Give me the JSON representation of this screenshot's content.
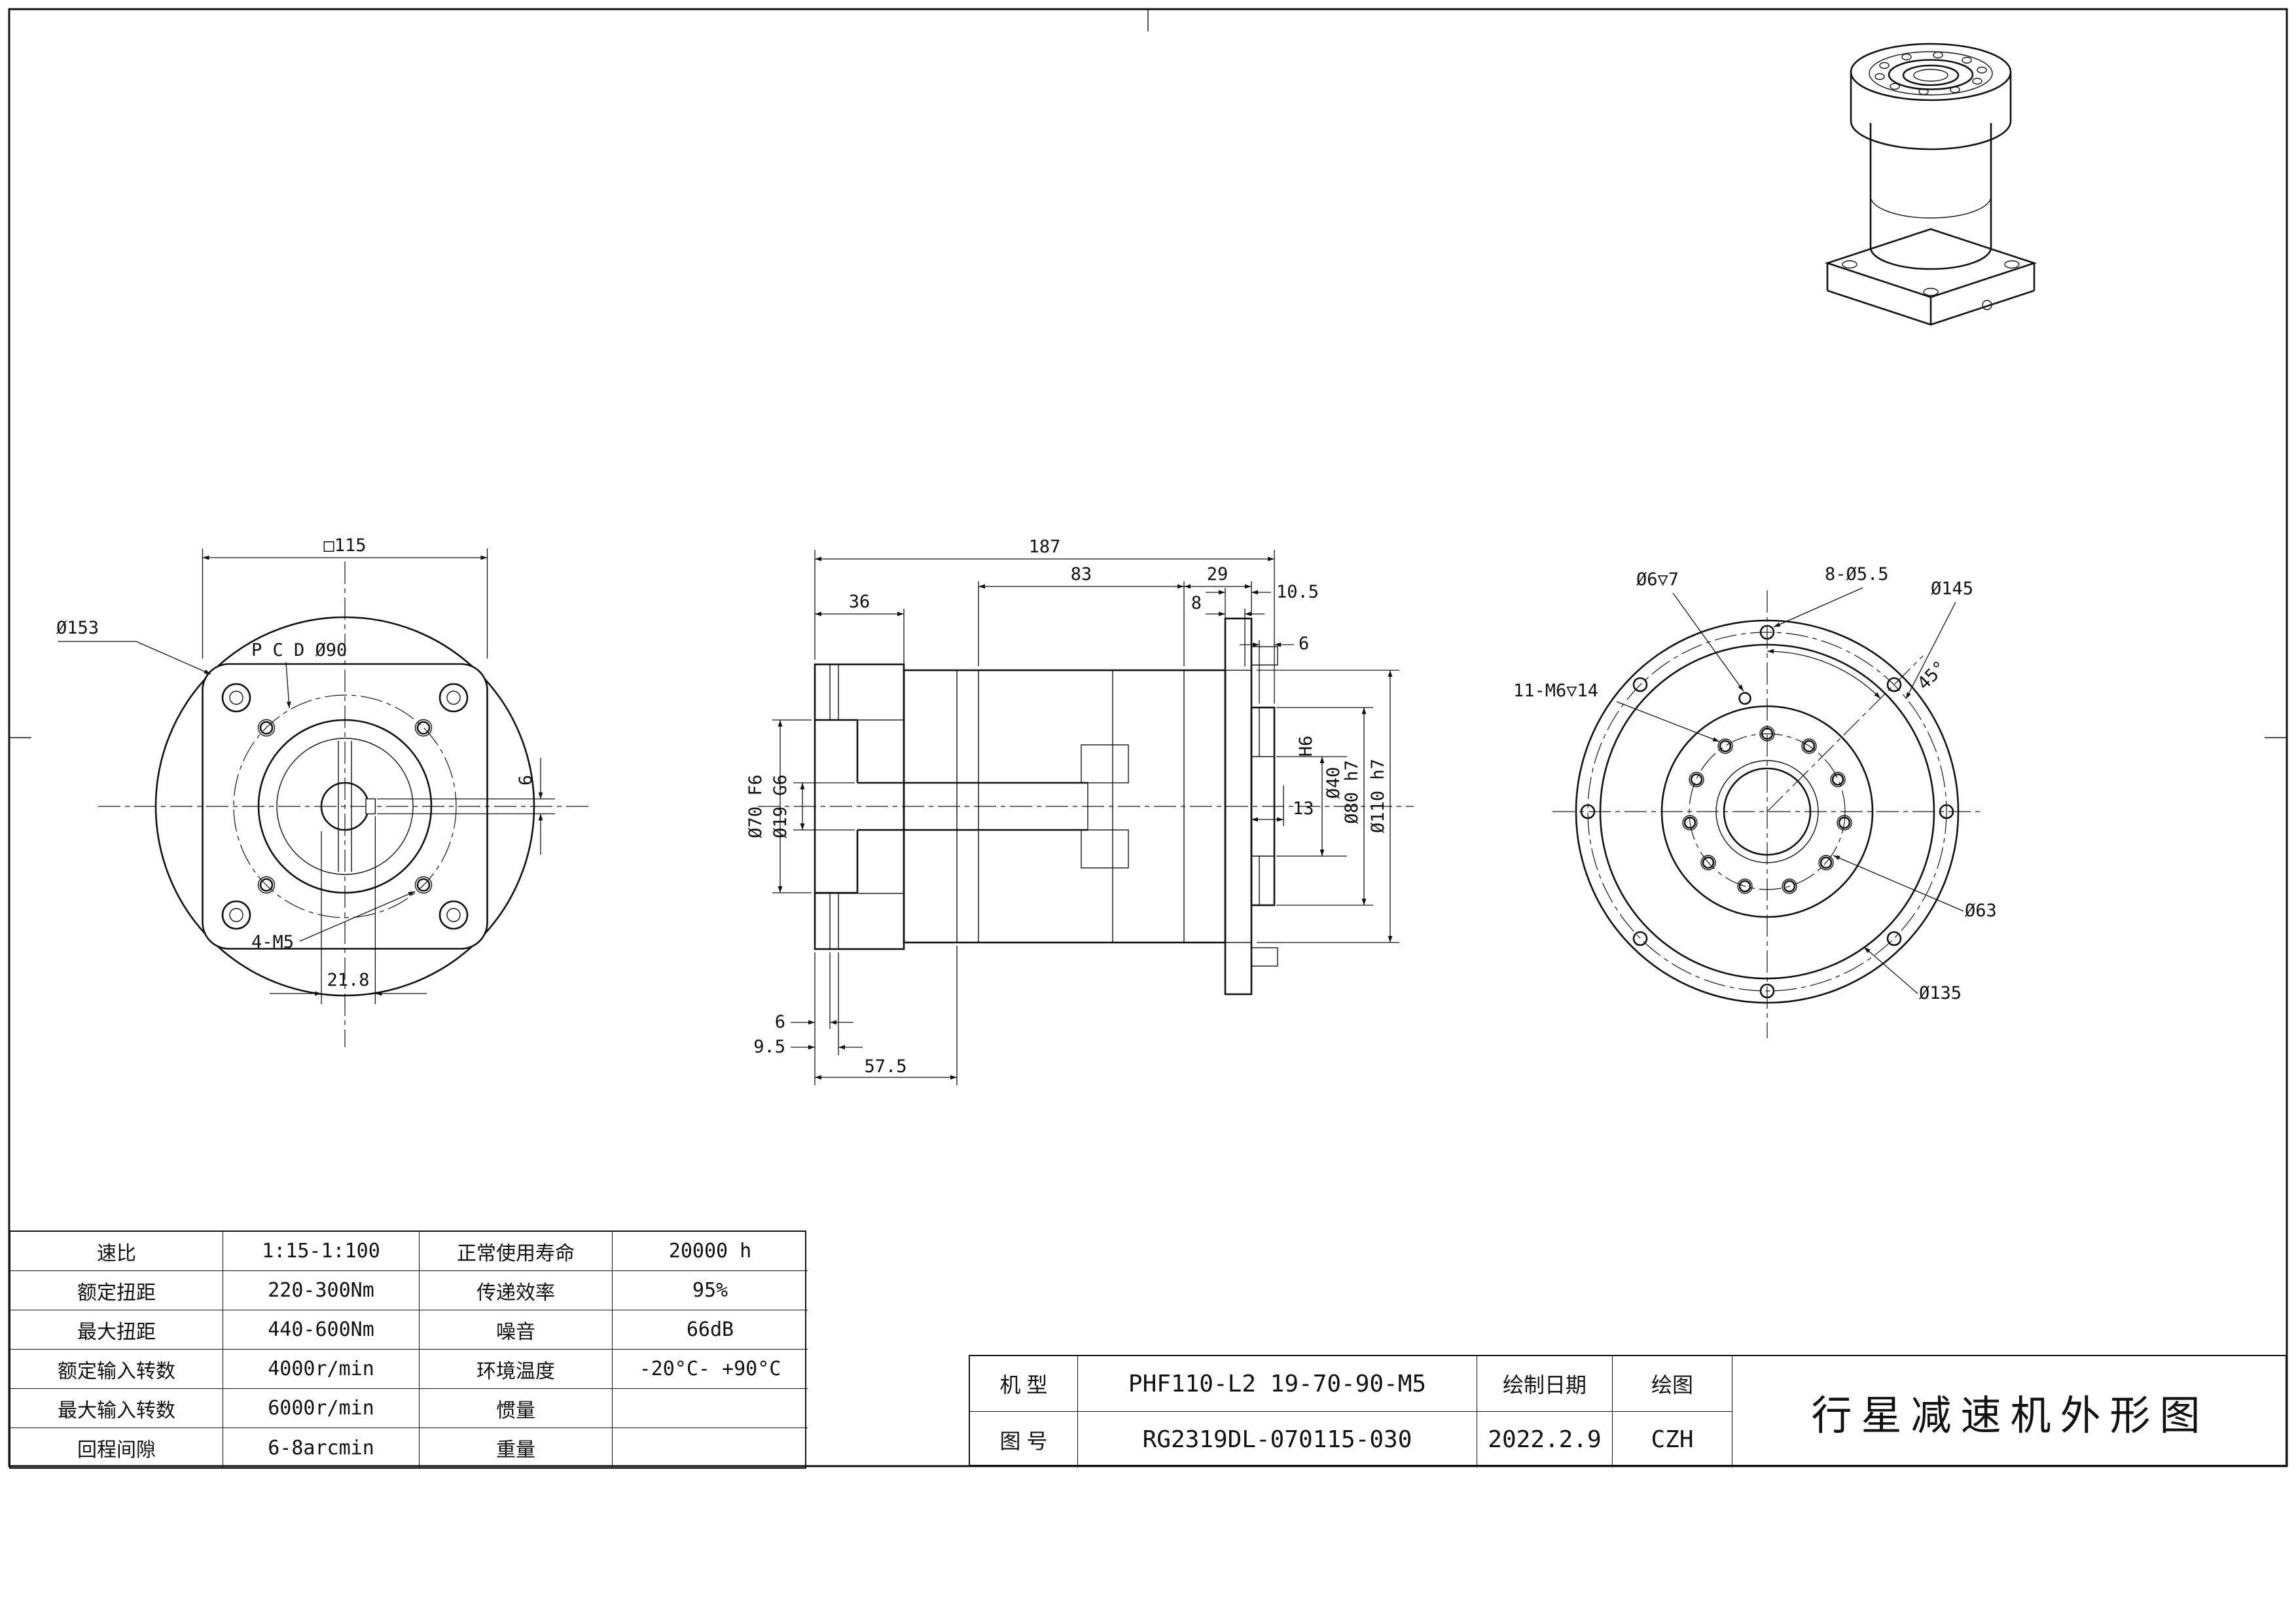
{
  "front_view": {
    "square": "□115",
    "outer_dia": "Ø153",
    "pcd": "P C D Ø90",
    "key_width": "6",
    "tapped_holes": "4-M5",
    "keyway_dim": "21.8"
  },
  "section_view": {
    "len_total": "187",
    "len_body": "83",
    "len_out": "29",
    "len_in": "36",
    "len_8": "8",
    "len_10_5": "10.5",
    "len_6_top": "6",
    "len_13": "13",
    "bore_in": "Ø70 F6",
    "bore_shaft": "Ø19 G6",
    "fit_h6": "H6",
    "dia_40": "Ø40",
    "dia_80": "Ø80 h7",
    "dia_110": "Ø110 h7",
    "len_6_bot": "6",
    "len_9_5": "9.5",
    "len_57_5": "57.5"
  },
  "rear_view": {
    "pin_hole": "Ø6▽7",
    "bolt_holes": "8-Ø5.5",
    "bolt_pcd": "Ø145",
    "angle": "45°",
    "tapped_holes": "11-M6▽14",
    "hub_pcd": "Ø63",
    "body_dia": "Ø135"
  },
  "spec_table": {
    "rows": [
      [
        "速比",
        "1:15-1:100",
        "正常使用寿命",
        "20000 h"
      ],
      [
        "额定扭距",
        "220-300Nm",
        "传递效率",
        "95%"
      ],
      [
        "最大扭距",
        "440-600Nm",
        "噪音",
        "66dB"
      ],
      [
        "额定输入转数",
        "4000r/min",
        "环境温度",
        "-20°C- +90°C"
      ],
      [
        "最大输入转数",
        "6000r/min",
        "惯量",
        ""
      ],
      [
        "回程间隙",
        "6-8arcmin",
        "重量",
        ""
      ]
    ]
  },
  "title_block": {
    "model_label": "机 型",
    "model_value": "PHF110-L2 19-70-90-M5",
    "date_label": "绘制日期",
    "date_value": "2022.2.9",
    "draw_label": "绘图",
    "draw_value": "CZH",
    "no_label": "图 号",
    "no_value": "RG2319DL-070115-030",
    "title": "行星减速机外形图"
  }
}
